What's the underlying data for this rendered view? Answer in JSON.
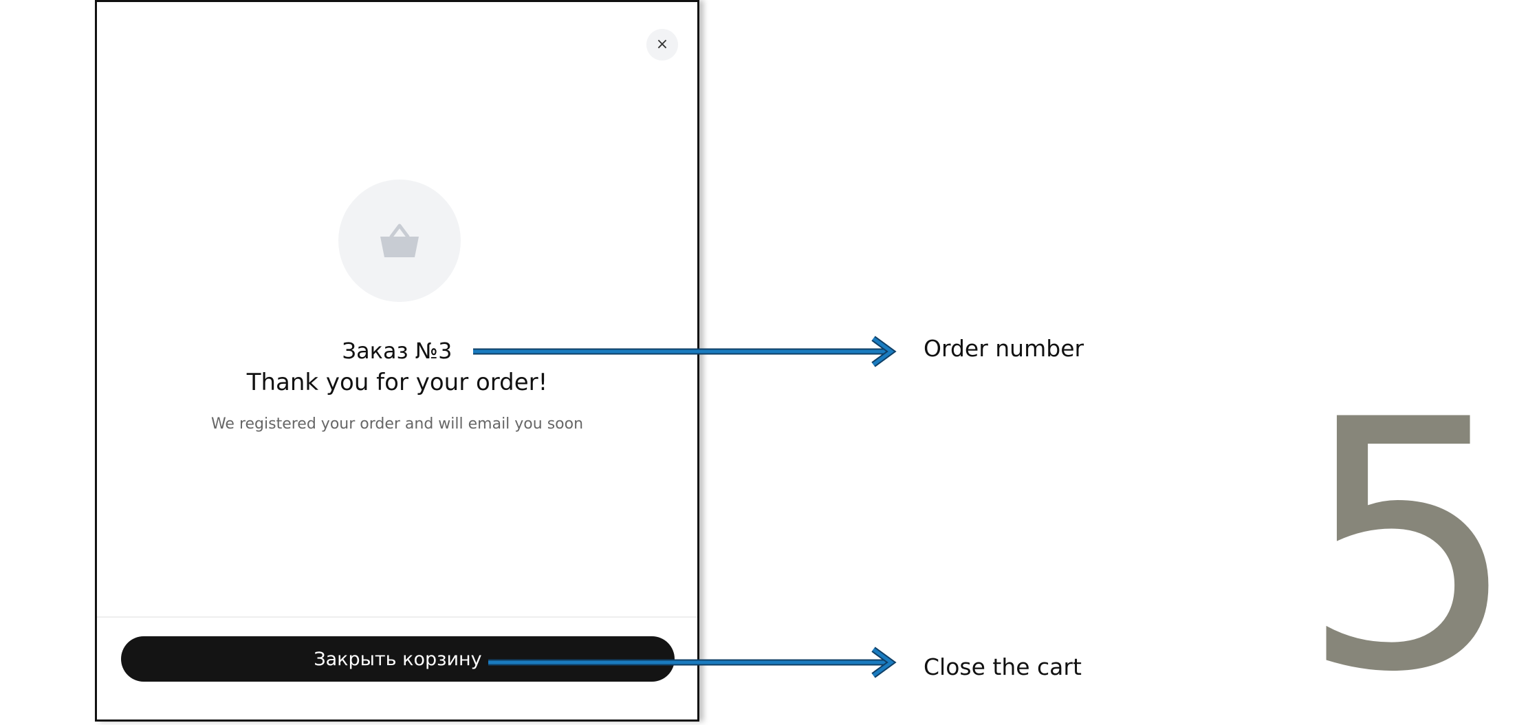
{
  "modal": {
    "close_icon": "close-icon",
    "close_glyph": "×",
    "basket_icon": "basket-icon",
    "order_number": "Заказ №3",
    "thank_you": "Thank you for your order!",
    "subtitle": "We registered your order and will email you soon",
    "close_cart_label": "Закрыть корзину"
  },
  "annotations": {
    "order_number_label": "Order number",
    "close_cart_label": "Close the cart",
    "step_number": "5"
  },
  "colors": {
    "arrow": "#1a7bbf",
    "button_bg": "#141414",
    "step_number": "#87867a"
  }
}
